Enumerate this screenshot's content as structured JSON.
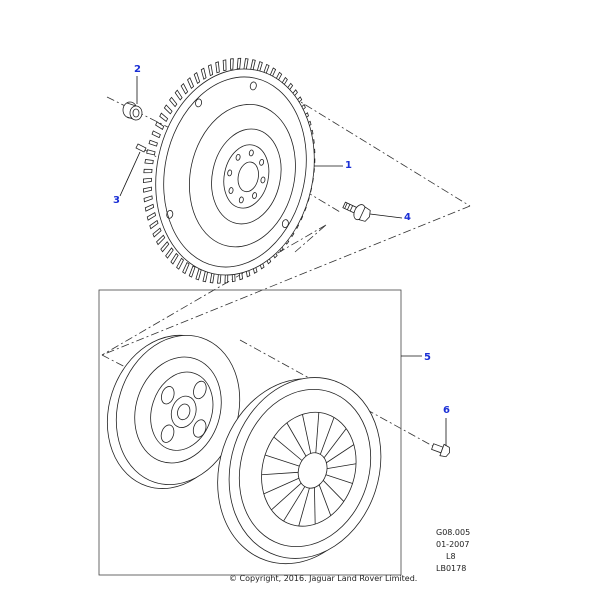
{
  "callouts": [
    {
      "id": "1",
      "label": "1"
    },
    {
      "id": "2",
      "label": "2"
    },
    {
      "id": "3",
      "label": "3"
    },
    {
      "id": "4",
      "label": "4"
    },
    {
      "id": "5",
      "label": "5"
    },
    {
      "id": "6",
      "label": "6"
    }
  ],
  "reference": {
    "code": "G08.005",
    "date": "01-2007",
    "model": "L8",
    "illustration": "LB0178"
  },
  "copyright": "© Copyright, 2016. Jaguar Land Rover Limited.",
  "colors": {
    "callout": "#1a2fd6",
    "line": "#222222"
  }
}
